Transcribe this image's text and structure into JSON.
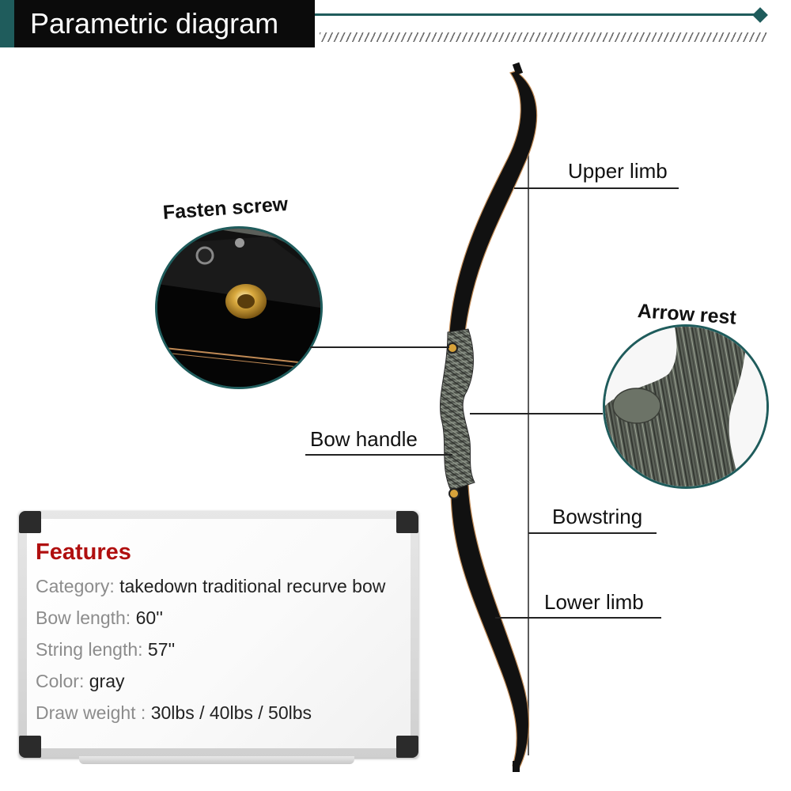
{
  "header": {
    "title": "Parametric diagram"
  },
  "labels": {
    "upper_limb": "Upper limb",
    "fasten_screw": "Fasten screw",
    "arrow_rest": "Arrow rest",
    "bow_handle": "Bow handle",
    "bowstring": "Bowstring",
    "lower_limb": "Lower limb"
  },
  "features": {
    "title": "Features",
    "items": [
      {
        "key": "Category: ",
        "value": "takedown traditional recurve bow"
      },
      {
        "key": "Bow length: ",
        "value": "60''"
      },
      {
        "key": "String length: ",
        "value": "57''"
      },
      {
        "key": "Color: ",
        "value": "gray"
      },
      {
        "key": "Draw weight : ",
        "value": "30lbs / 40lbs / 50lbs"
      }
    ]
  },
  "colors": {
    "accent_teal": "#1f5c5c",
    "features_title": "#b00f0f",
    "header_bg": "#0b0b0b"
  }
}
